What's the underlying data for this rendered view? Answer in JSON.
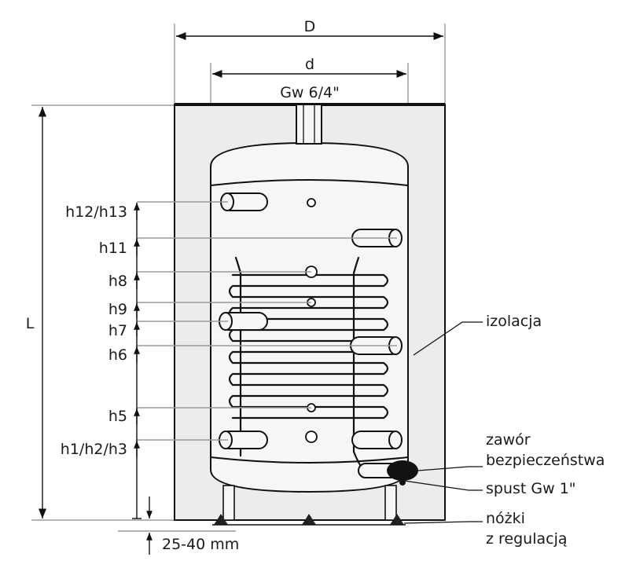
{
  "dimensions": {
    "outer_diameter": "D",
    "inner_diameter": "d",
    "top_connection": "Gw 6/4\"",
    "height": "L",
    "foot_gap": "25-40 mm"
  },
  "height_labels": [
    "h12/h13",
    "h11",
    "h8",
    "h9",
    "h7",
    "h6",
    "h5",
    "h1/h2/h3"
  ],
  "callouts": {
    "insulation": "izolacja",
    "safety_valve_line1": "zawór",
    "safety_valve_line2": "bezpieczeństwa",
    "drain": "spust Gw 1\"",
    "feet_line1": "nóżki",
    "feet_line2": "z regulacją"
  },
  "colors": {
    "insulation": "#ececec",
    "tank": "#f6f6f6",
    "line": "#111111",
    "dimension": "#9a9a9a"
  }
}
